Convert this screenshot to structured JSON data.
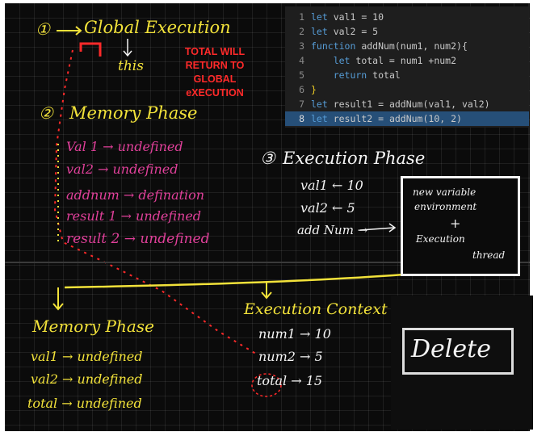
{
  "colors": {
    "board": "#0b0b0b",
    "yellow": "#f2e23a",
    "white": "#f4f4f4",
    "pink": "#e0409a",
    "red": "#ff2a2a",
    "code_bg": "#1e1e1e",
    "keyword": "#569cd6",
    "highlight": "#264f78"
  },
  "top": {
    "step1_num": "①",
    "global_execution": "Global Execution",
    "this_label": "this",
    "red_note": "TOTAL WILL RETURN TO GLOBAL eXECUTION",
    "step2_num": "②",
    "memory_phase_title": "Memory Phase",
    "memory_items": [
      "Val 1 → undefined",
      "val2 → undefined",
      "addnum → defination",
      "result 1 → undefined",
      "result 2 → undefined"
    ],
    "step3_num": "③",
    "execution_phase_title": "Execution Phase",
    "exec_items": [
      "val1 ← 10",
      "val2 ← 5",
      "add Num →"
    ],
    "box_line1": "new variable",
    "box_line2": "environment",
    "box_plus": "+",
    "box_line3": "Execution",
    "box_line4": "thread"
  },
  "code": {
    "lines": [
      {
        "n": "1",
        "kw": "let",
        "rest": " val1 = 10"
      },
      {
        "n": "2",
        "kw": "let",
        "rest": " val2 = 5"
      },
      {
        "n": "3",
        "kw": "function",
        "rest": " addNum(num1, num2){"
      },
      {
        "n": "4",
        "kw": "    let",
        "rest": " total = num1 +num2"
      },
      {
        "n": "5",
        "kw": "    return",
        "rest": " total"
      },
      {
        "n": "6",
        "kw": "",
        "rest": "}"
      },
      {
        "n": "7",
        "kw": "let",
        "rest": " result1 = addNum(val1, val2)"
      },
      {
        "n": "8",
        "kw": "let",
        "rest": " result2 = addNum(10, 2)"
      }
    ]
  },
  "bottom": {
    "memory_phase_title": "Memory Phase",
    "memory_items": [
      "val1 → undefined",
      "val2 → undefined",
      "total → undefined"
    ],
    "exec_context_title": "Execution Context",
    "exec_items": [
      "num1 → 10",
      "num2 → 5",
      "total → 15"
    ],
    "delete_label": "Delete"
  }
}
